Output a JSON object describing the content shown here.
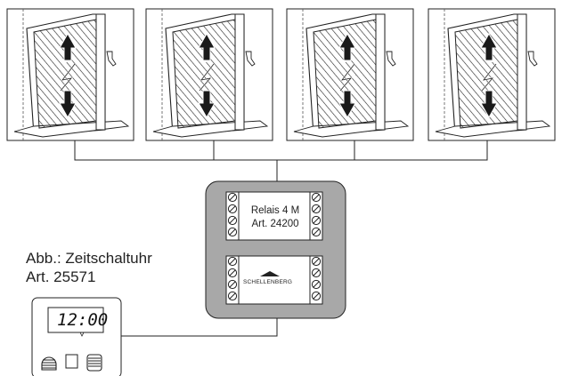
{
  "caption": {
    "line1": "Abb.: Zeitschaltuhr",
    "line2": "Art. 25571"
  },
  "relay": {
    "line1": "Relais 4 M",
    "line2": "Art. 24200",
    "brand": "SCHELLENBERG"
  },
  "timer": {
    "time": "12:00"
  },
  "windows": [
    {
      "id": "window-1"
    },
    {
      "id": "window-2"
    },
    {
      "id": "window-3"
    },
    {
      "id": "window-4"
    }
  ],
  "colors": {
    "relay_housing": "#a8a8a8",
    "line": "#222222"
  }
}
